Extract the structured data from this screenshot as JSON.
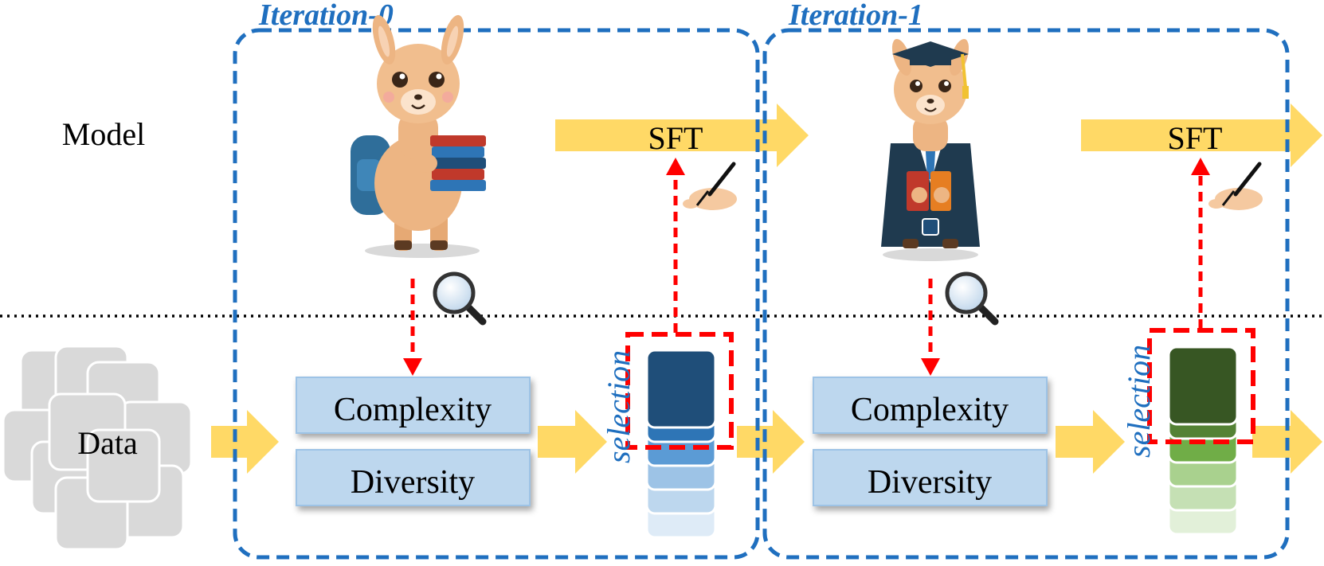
{
  "labels": {
    "model": "Model",
    "data": "Data"
  },
  "iterations": [
    {
      "title": "Iteration-0",
      "sft": "SFT",
      "metric_1": "Complexity",
      "metric_2": "Diversity",
      "selection": "selection",
      "stack_colors": [
        "#1F4E79",
        "#2E75B6",
        "#5B9BD5",
        "#9DC3E6",
        "#BDD7EE",
        "#DEEBF7"
      ]
    },
    {
      "title": "Iteration-1",
      "sft": "SFT",
      "metric_1": "Complexity",
      "metric_2": "Diversity",
      "selection": "selection",
      "stack_colors": [
        "#375623",
        "#548235",
        "#70AD47",
        "#A9D18E",
        "#C5E0B4",
        "#E2F0D9"
      ]
    }
  ],
  "colors": {
    "iteration_border": "#1F6FBF",
    "iteration_title": "#1F6FBF",
    "arrow_yellow": "#FFD966",
    "metric_fill": "#BDD7EE",
    "metric_border": "#9DC3E6",
    "select_red": "#FF0000",
    "data_card": "#D9D9D9"
  },
  "icons": {
    "student_llama": "llama-student-icon",
    "graduate_llama": "llama-graduate-icon",
    "magnifier": "magnifier-icon",
    "writing_hand": "writing-hand-icon",
    "data_pile": "data-cards-icon"
  }
}
